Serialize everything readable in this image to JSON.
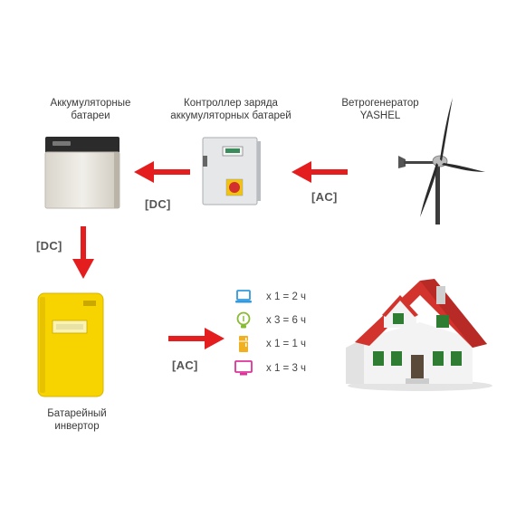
{
  "nodes": {
    "batteries": {
      "label_line1": "Аккумуляторные",
      "label_line2": "батареи"
    },
    "controller": {
      "label_line1": "Контроллер заряда",
      "label_line2": "аккумуляторных батарей"
    },
    "wind": {
      "label_line1": "Ветрогенератор",
      "label_line2": "YASHEL"
    },
    "inverter": {
      "label_line1": "Батарейный",
      "label_line2": "инвертор"
    }
  },
  "connections": {
    "wind_to_controller": "[AC]",
    "controller_to_batteries": "[DC]",
    "batteries_to_inverter": "[DC]",
    "inverter_to_loads": "[AC]"
  },
  "loads": [
    {
      "icon": "laptop-icon",
      "text": "x 1 = 2 ч",
      "color": "#3399dd"
    },
    {
      "icon": "lightbulb-icon",
      "text": "x 3 = 6 ч",
      "color": "#88bb33"
    },
    {
      "icon": "fridge-icon",
      "text": "x 1 = 1 ч",
      "color": "#f0b020"
    },
    {
      "icon": "tv-icon",
      "text": "x 1 = 3 ч",
      "color": "#dd3399"
    }
  ],
  "colors": {
    "arrow": "#e41e1e",
    "inverter": "#f7d400",
    "roof": "#d3332d"
  }
}
